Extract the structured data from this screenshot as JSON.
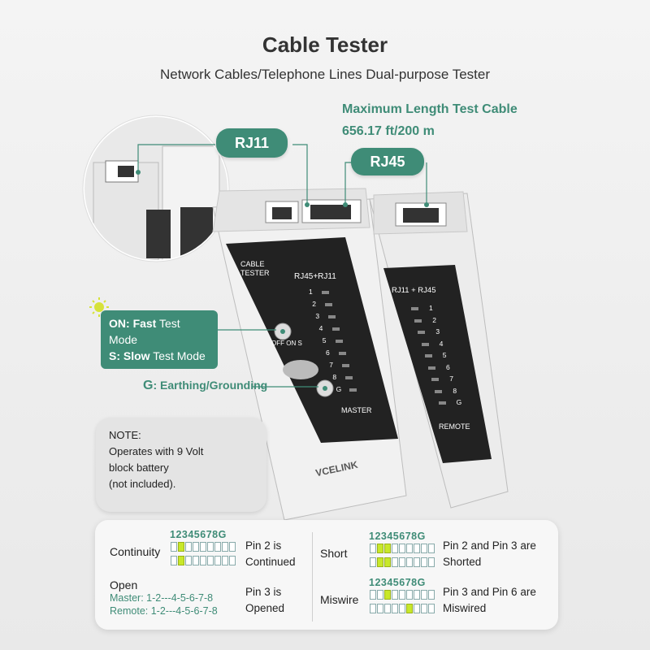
{
  "title": "Cable Tester",
  "subtitle": "Network Cables/Telephone Lines Dual-purpose Tester",
  "max_length": {
    "line1": "Maximum Length Test Cable",
    "line2": "656.17 ft/200 m"
  },
  "callouts": {
    "rj11": "RJ11",
    "rj45": "RJ45"
  },
  "modes": {
    "on_key": "ON:",
    "on_speed": "Fast",
    "on_rest": "Test Mode",
    "s_key": "S:",
    "s_speed": "Slow",
    "s_rest": "Test Mode"
  },
  "grounding": {
    "key": "G",
    "text": ": Earthing/Grounding"
  },
  "note": {
    "heading": "NOTE:",
    "l1": "Operates with 9 Volt",
    "l2": "block battery",
    "l3": "(not included)."
  },
  "device": {
    "print_l1": "CABLE",
    "print_l2": "TESTER",
    "master_ports": "RJ45+RJ11",
    "remote_ports": "RJ11 + RJ45",
    "master": "MASTER",
    "remote": "REMOTE",
    "brand": "VCELINK",
    "switch_label": "OFF ON S",
    "pins": [
      "1",
      "2",
      "3",
      "4",
      "5",
      "6",
      "7",
      "8",
      "G"
    ]
  },
  "tests": {
    "pin_header": "12345678G",
    "continuity": {
      "label": "Continuity",
      "d1": "Pin 2 is",
      "d2": "Continued",
      "row1": [
        2
      ],
      "row2": [
        2
      ]
    },
    "short": {
      "label": "Short",
      "d1": "Pin 2 and Pin 3 are",
      "d2": "Shorted",
      "row1": [
        2,
        3
      ],
      "row2": [
        2,
        3
      ]
    },
    "open": {
      "label": "Open",
      "master": "Master: 1-2---4-5-6-7-8",
      "remote": "Remote: 1-2---4-5-6-7-8",
      "d1": "Pin 3 is",
      "d2": "Opened"
    },
    "miswire": {
      "label": "Miswire",
      "d1": "Pin 3 and Pin 6 are",
      "d2": "Miswired",
      "row1": [
        3
      ],
      "row2": [
        6
      ]
    }
  },
  "colors": {
    "accent": "#3f8c77",
    "led_on": "#c8e829"
  }
}
